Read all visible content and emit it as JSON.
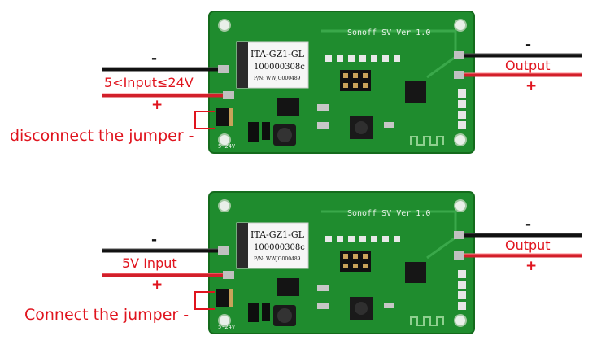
{
  "top": {
    "board_title": "Sonoff SV Ver 1.0",
    "module_line1": "ITA-GZ1-GL",
    "module_line2": "100000308c",
    "module_line3": "P/N: WWJG000489",
    "input_minus": "-",
    "input_label": "5<Input≤24V",
    "input_plus": "+",
    "output_minus": "-",
    "output_label": "Output",
    "output_plus": "+",
    "jumper_note": "disconnect the jumper -",
    "voltage_silk": "5-24V"
  },
  "bottom": {
    "board_title": "Sonoff SV Ver 1.0",
    "module_line1": "ITA-GZ1-GL",
    "module_line2": "100000308c",
    "module_line3": "P/N: WWJG000489",
    "input_minus": "-",
    "input_label": "5V Input",
    "input_plus": "+",
    "output_minus": "-",
    "output_label": "Output",
    "output_plus": "+",
    "jumper_note": "Connect the jumper -",
    "voltage_silk": "5-24V"
  },
  "colors": {
    "pcb": "#1f8c2e",
    "pcb_dark": "#17701f",
    "label_red": "#e0141e",
    "wire_red": "#d21f2a",
    "wire_black": "#111111"
  }
}
